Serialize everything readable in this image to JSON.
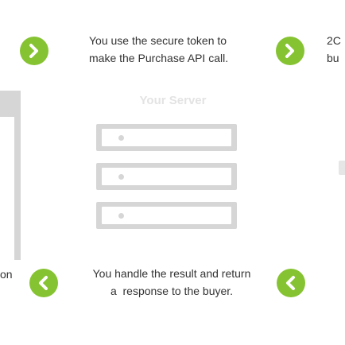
{
  "steps": {
    "top_middle_line1": "You use the secure token to",
    "top_middle_line2": "make the Purchase API call.",
    "top_right_fragment_line1": "2C",
    "top_right_fragment_line2": "bu",
    "bottom_left_fragment": "on",
    "bottom_middle_line1": "You handle the result and return",
    "bottom_middle_line2": "a  response to the buyer."
  },
  "server": {
    "title": "Your Server"
  },
  "colors": {
    "accent_green": "#86c332",
    "panel_gray": "#d6d6d6",
    "title_gray": "#e3e3e3"
  },
  "icons": {
    "arrow_right": "arrow-right-icon",
    "arrow_left": "arrow-left-icon"
  }
}
